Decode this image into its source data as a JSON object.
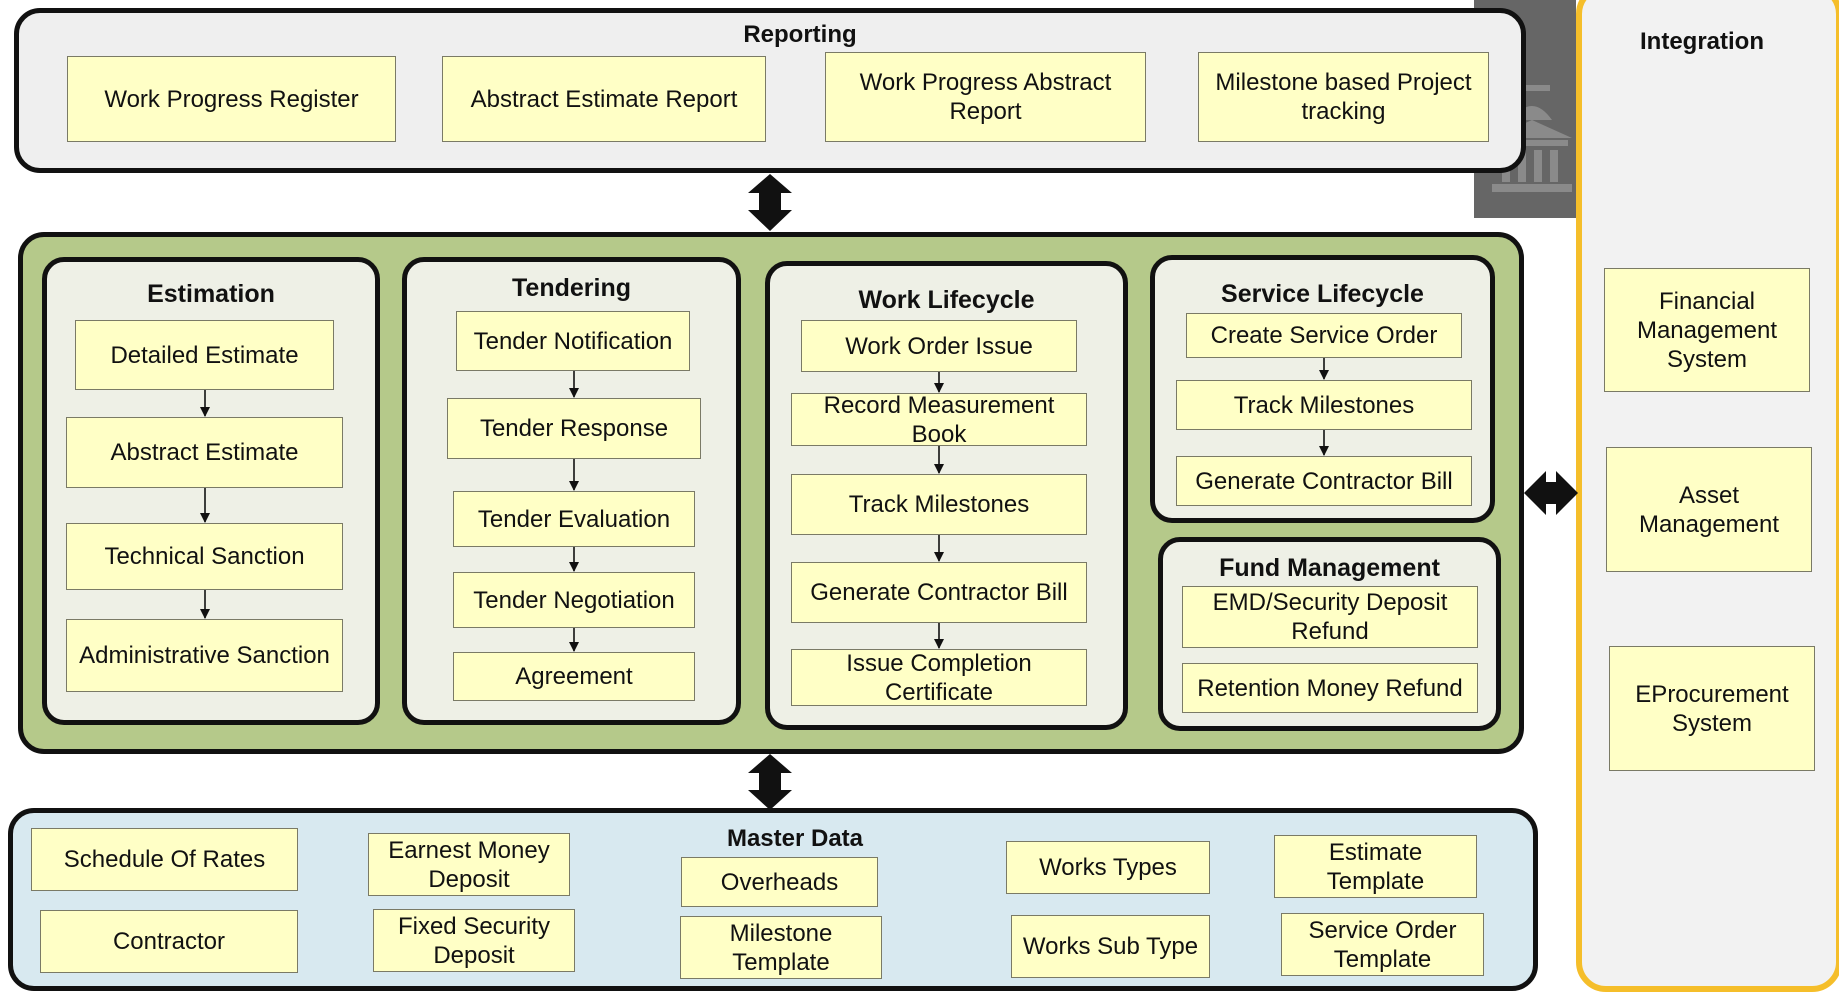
{
  "reporting": {
    "title": "Reporting",
    "items": [
      "Work Progress Register",
      "Abstract Estimate Report",
      "Work Progress Abstract Report",
      "Milestone based Project tracking"
    ]
  },
  "core": {
    "estimation": {
      "title": "Estimation",
      "items": [
        "Detailed Estimate",
        "Abstract Estimate",
        "Technical Sanction",
        "Administrative Sanction"
      ]
    },
    "tendering": {
      "title": "Tendering",
      "items": [
        "Tender Notification",
        "Tender Response",
        "Tender Evaluation",
        "Tender Negotiation",
        "Agreement"
      ]
    },
    "work_lifecycle": {
      "title": "Work Lifecycle",
      "items": [
        "Work Order Issue",
        "Record Measurement Book",
        "Track Milestones",
        "Generate Contractor Bill",
        "Issue Completion Certificate"
      ]
    },
    "service_lifecycle": {
      "title": "Service Lifecycle",
      "items": [
        "Create Service Order",
        "Track Milestones",
        "Generate Contractor Bill"
      ]
    },
    "fund_management": {
      "title": "Fund Management",
      "items": [
        "EMD/Security Deposit Refund",
        "Retention Money Refund"
      ]
    }
  },
  "master_data": {
    "title": "Master Data",
    "items": [
      "Schedule Of Rates",
      "Contractor",
      "Earnest Money Deposit",
      "Fixed Security Deposit",
      "Overheads",
      "Milestone Template",
      "Works Types",
      "Works Sub Type",
      "Estimate Template",
      "Service Order Template"
    ]
  },
  "integration": {
    "title": "Integration",
    "items": [
      "Financial Management System",
      "Asset Management",
      "EProcurement System"
    ]
  },
  "colors": {
    "core_bg": "#b5c98a",
    "reporting_bg": "#efefef",
    "master_bg": "#d8e9f0",
    "box_bg": "#ffffc6",
    "integration_border": "#f5be2a",
    "logo_bg": "#666666"
  },
  "icons": [
    "building-logo-icon",
    "double-arrow-icon"
  ]
}
